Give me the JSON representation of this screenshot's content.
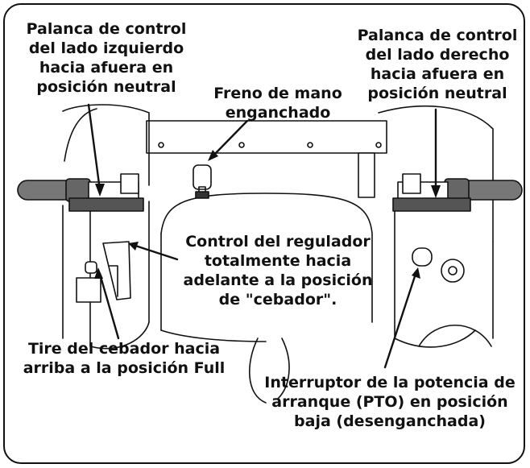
{
  "labels": {
    "left_lever": [
      "Palanca de control",
      "del lado izquierdo",
      "hacia afuera en",
      "posición neutral"
    ],
    "right_lever": [
      "Palanca de control",
      "del lado derecho",
      "hacia afuera en",
      "posición neutral"
    ],
    "parking_brake": [
      "Freno de mano",
      "enganchado"
    ],
    "throttle": [
      "Control del regulador",
      "totalmente hacia",
      "adelante a la posición",
      "de \"cebador\"."
    ],
    "choke": [
      "Tire del cebador hacia",
      "arriba a la posición Full"
    ],
    "pto": [
      "Interruptor de la potencia de",
      "arranque (PTO) en posición",
      "baja (desenganchada)"
    ]
  },
  "colors": {
    "line": "#111111",
    "grip": "#777777",
    "background": "#ffffff"
  }
}
